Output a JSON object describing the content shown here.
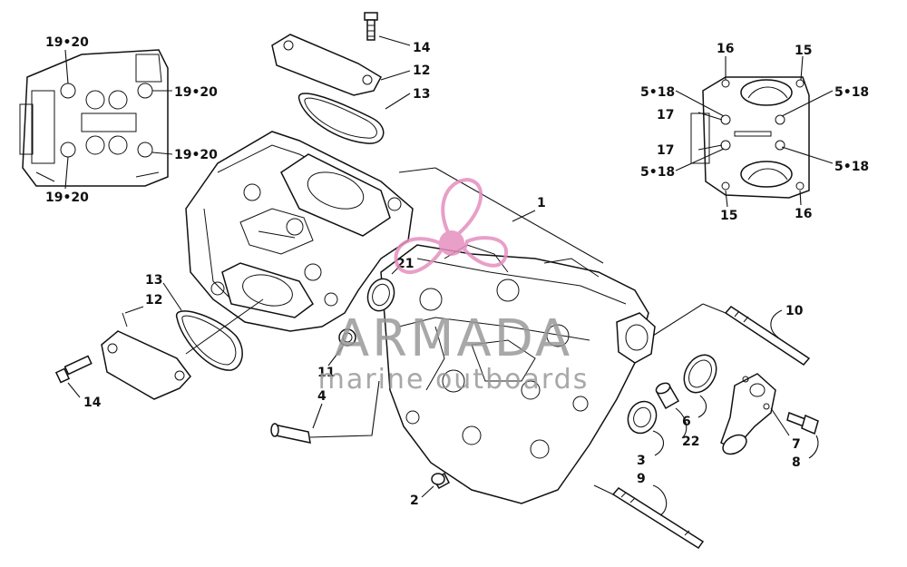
{
  "watermark": {
    "brand": "ARMADA",
    "tagline": "marine outboards",
    "logo_color": "#e58fbf",
    "text_color": "#9a9a9a"
  },
  "callouts": {
    "c1": "1",
    "c2": "2",
    "c3": "3",
    "c4": "4",
    "c6": "6",
    "c7": "7",
    "c8": "8",
    "c9": "9",
    "c10": "10",
    "c11": "11",
    "c12_top": "12",
    "c13_top": "13",
    "c14_top": "14",
    "c12_left": "12",
    "c13_left": "13",
    "c14_left": "14",
    "c21": "21",
    "c22": "22",
    "inset_left_tl": "19•20",
    "inset_left_tr": "19•20",
    "inset_left_br": "19•20",
    "inset_left_bl": "19•20",
    "inset_right_16a": "16",
    "inset_right_15a": "15",
    "inset_right_518a": "5•18",
    "inset_right_518b": "5•18",
    "inset_right_518c": "5•18",
    "inset_right_518d": "5•18",
    "inset_right_17a": "17",
    "inset_right_17b": "17",
    "inset_right_15b": "15",
    "inset_right_16b": "16"
  }
}
